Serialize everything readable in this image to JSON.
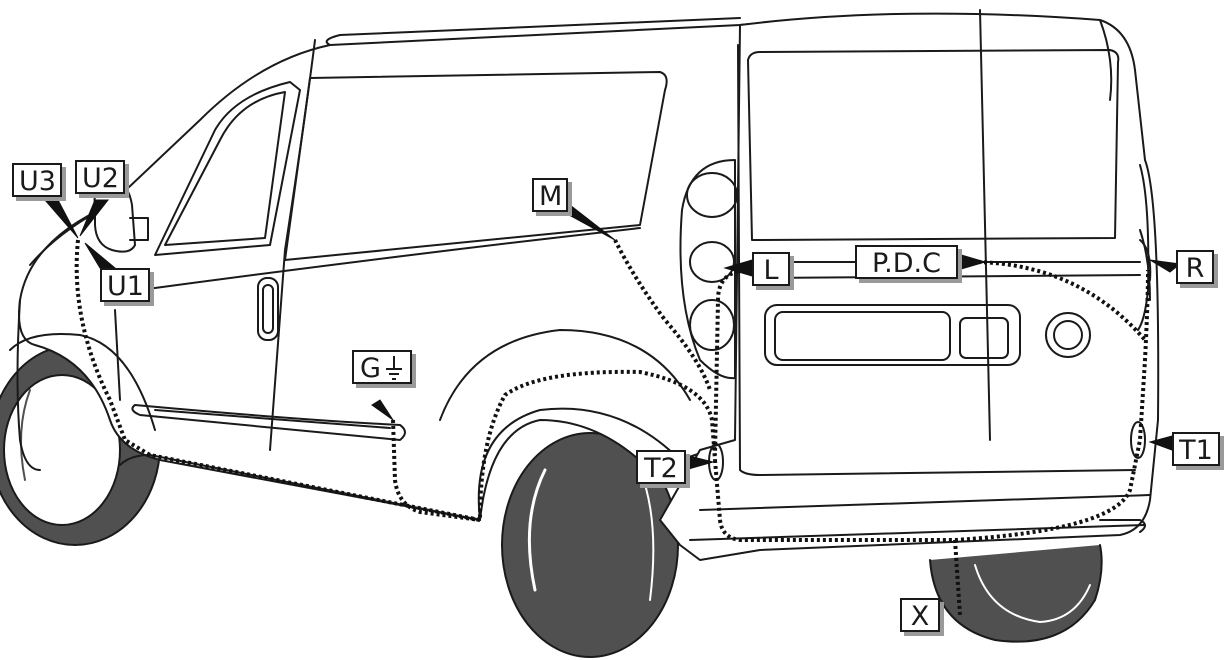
{
  "labels": {
    "U3": "U3",
    "U2": "U2",
    "U1": "U1",
    "M": "M",
    "G": "G",
    "L": "L",
    "PDC": "P.D.C",
    "R": "R",
    "T1": "T1",
    "T2": "T2",
    "X": "X"
  },
  "icons": {
    "ground": "ground-symbol"
  },
  "colors": {
    "outline": "#1a1a1a",
    "tyre": "#505050",
    "label_shadow": "#9a9a9a",
    "wiring": "#111111"
  }
}
